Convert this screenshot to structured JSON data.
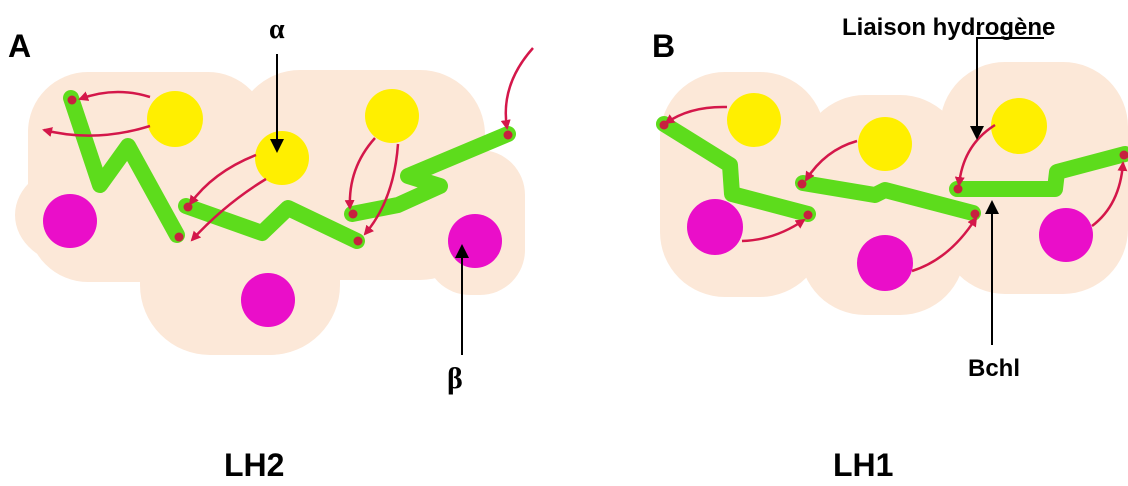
{
  "panels": {
    "a": {
      "letter": "A",
      "alpha": "α",
      "beta": "β",
      "caption": "LH2"
    },
    "b": {
      "letter": "B",
      "hbond": "Liaison hydrogène",
      "bchl": "Bchl",
      "caption": "LH1"
    }
  },
  "colors": {
    "halo": "#fce8d8",
    "chlorophyll": "#5ddc1c",
    "alpha_subunit": "#ffef00",
    "beta_subunit": "#ea0ec9",
    "arrow": "#d4174a",
    "node": "#c7213f"
  }
}
